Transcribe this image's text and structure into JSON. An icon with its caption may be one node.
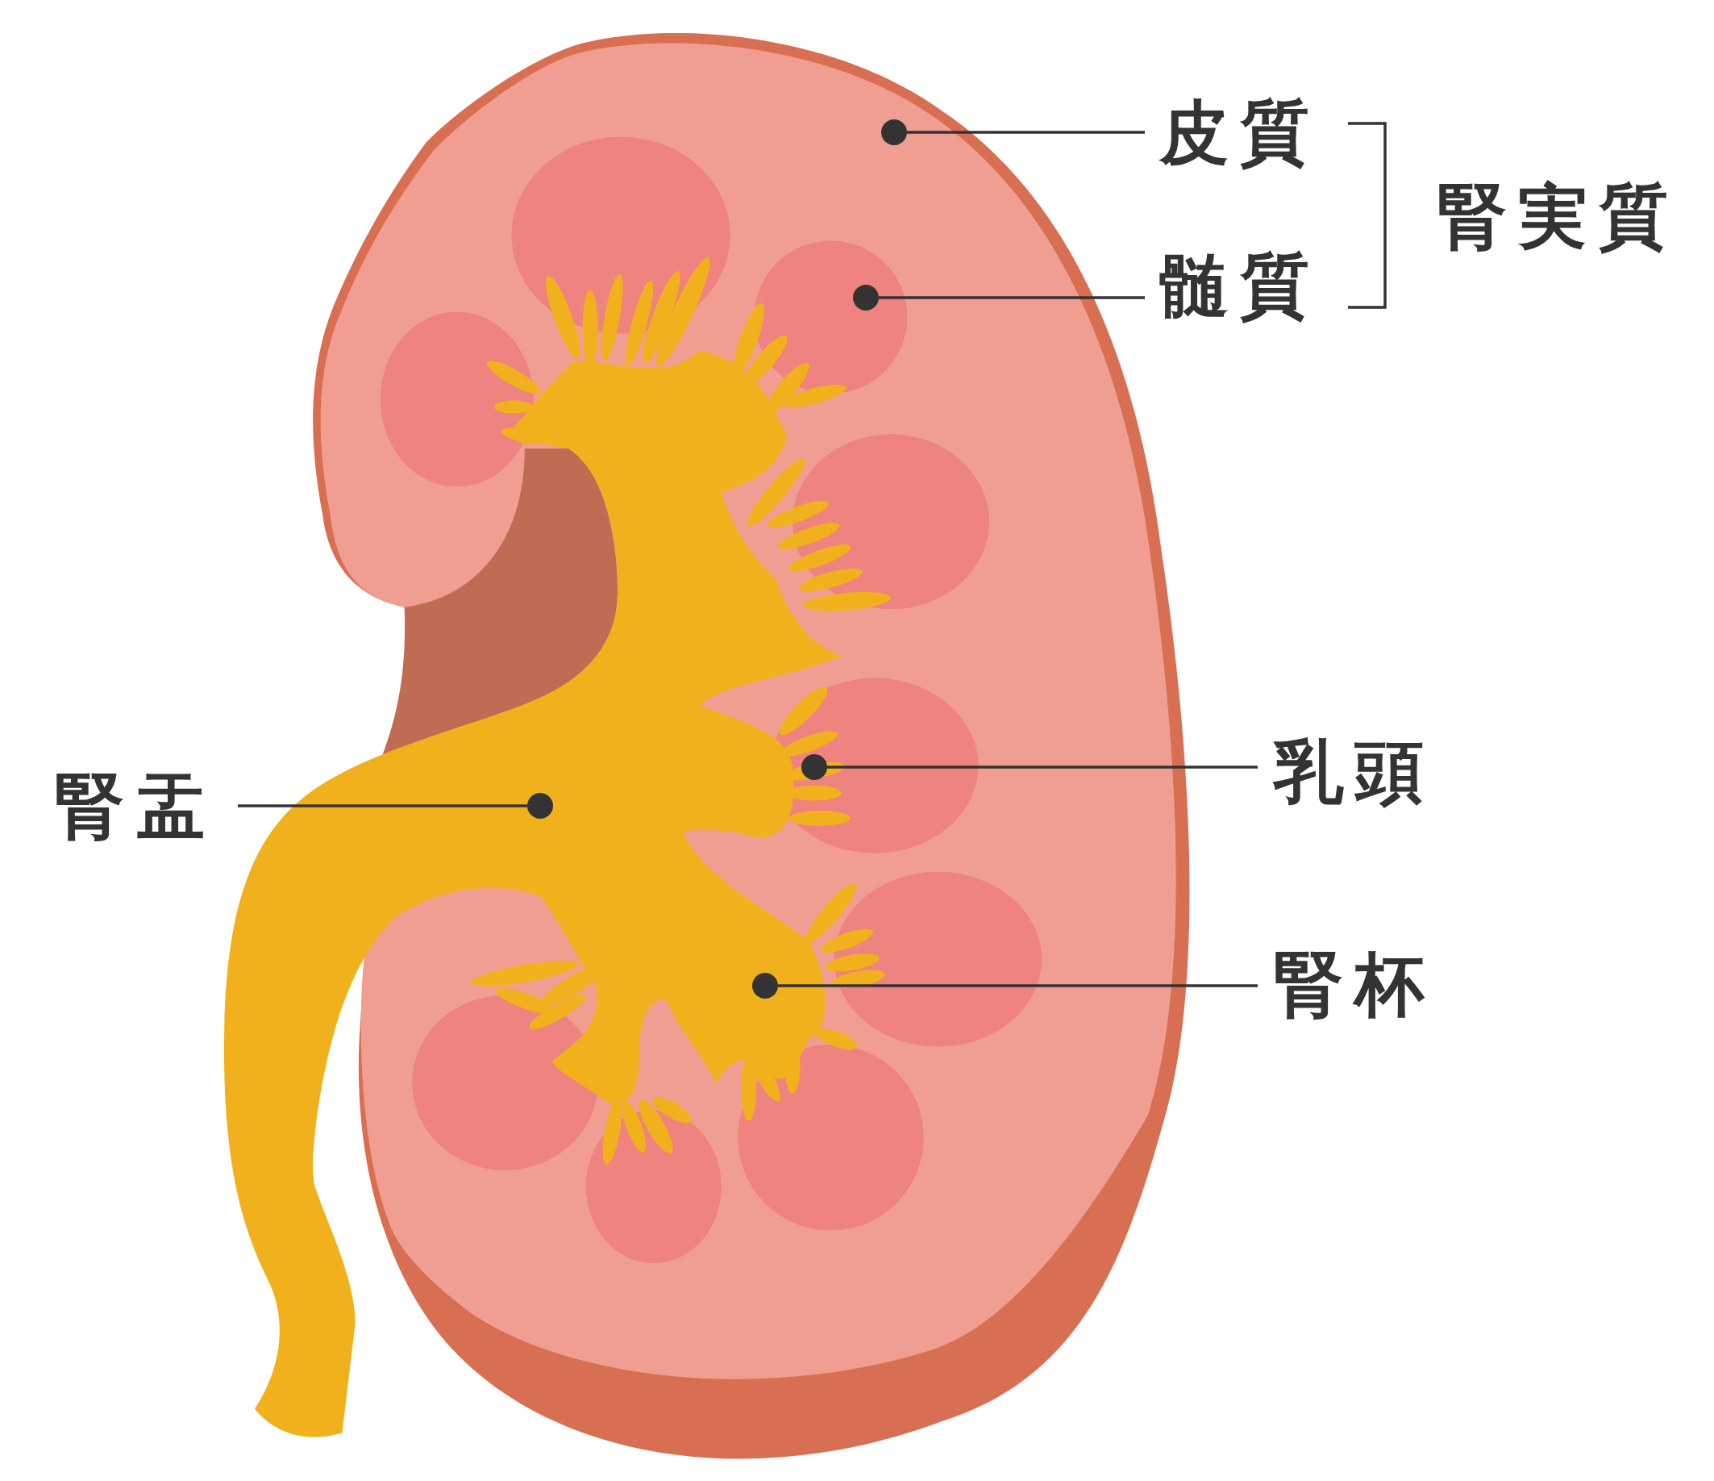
{
  "diagram": {
    "nodes": [
      {
        "text": [
          "皮質"
        ]
      },
      {
        "text": [],
        "shape": "circle"
      },
      {
        "text": [
          "髄質"
        ]
      },
      {
        "text": [],
        "shape": "circle"
      },
      {
        "text": [
          "腎盂"
        ]
      },
      {
        "text": [],
        "shape": "circle"
      },
      {
        "text": [
          "乳頭"
        ]
      },
      {
        "text": [],
        "shape": "circle"
      },
      {
        "text": [
          "腎杯"
        ]
      },
      {
        "text": [],
        "shape": "circle"
      }
    ],
    "edges": [
      {
        "from": 0,
        "to": 1,
        "arrow": "none"
      },
      {
        "from": 2,
        "to": 3,
        "arrow": "none"
      },
      {
        "from": 4,
        "to": 5,
        "arrow": "none"
      },
      {
        "from": 6,
        "to": 7,
        "arrow": "none"
      },
      {
        "from": 8,
        "to": 9,
        "arrow": "none"
      }
    ],
    "labels": [
      "腎実質"
    ]
  }
}
